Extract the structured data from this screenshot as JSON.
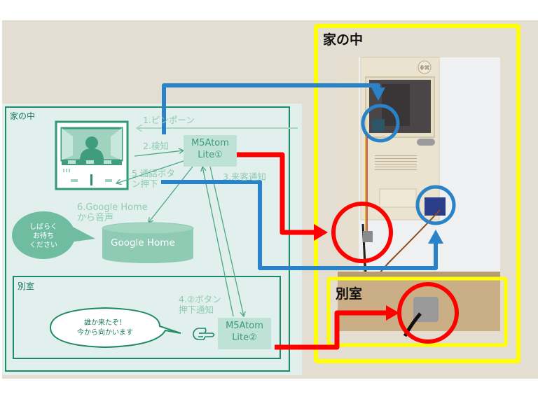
{
  "diagram": {
    "home_area_label": "家の中",
    "other_room_label": "別室",
    "steps": {
      "s1": "1.ピンポーン",
      "s2": "2.検知",
      "s3": "3.来客通知",
      "s4_line1": "4.②ボタン",
      "s4_line2": "押下通知",
      "s5_line1": "5.通話ボタ",
      "s5_line2": "ン押下",
      "s6_line1": "6.Google Home",
      "s6_line2": "から音声"
    },
    "devices": {
      "atom1_line1": "M5Atom",
      "atom1_line2": "Lite①",
      "atom2_line1": "M5Atom",
      "atom2_line2": "Lite②",
      "google_home": "Google Home"
    },
    "bubbles": {
      "google_line1": "しばらく",
      "google_line2": "お待ち",
      "google_line3": "ください",
      "user_line1": "誰か来たぞ！",
      "user_line2": "今から向かいます"
    }
  },
  "photo": {
    "home_label": "家の中",
    "other_room_label": "別室",
    "panel_button_label": "非常"
  },
  "colors": {
    "background": "#e3ddd2",
    "panel": "#e1f0ec",
    "green_dark": "#1e8a66",
    "green_light": "#8fcab5",
    "blue_arrow": "#2a82c8",
    "red_arrow": "#ff0000",
    "yellow_frame": "#ffff00"
  }
}
